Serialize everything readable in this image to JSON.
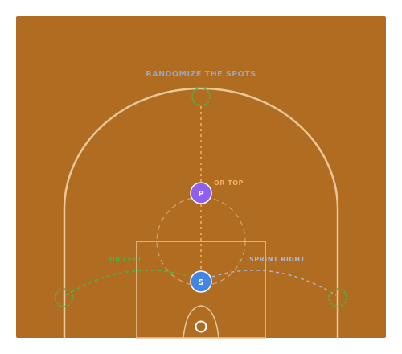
{
  "title": "RANDOMIZE THE SPOTS",
  "colors": {
    "court": "#b06d22",
    "lines": "#e8c89a",
    "title": "#9aa4c8",
    "top_option": "#f2b35a",
    "left_option": "#49b548",
    "right_option": "#a8b8d8",
    "passer": "#8e5ff0",
    "shooter": "#3f86e6"
  },
  "players": {
    "passer": {
      "label": "P",
      "role": "passer"
    },
    "shooter": {
      "label": "S",
      "role": "shooter"
    }
  },
  "options": {
    "top": {
      "label": "OR TOP"
    },
    "left": {
      "label": "OR LEFT"
    },
    "right": {
      "label": "SPRINT RIGHT"
    }
  }
}
